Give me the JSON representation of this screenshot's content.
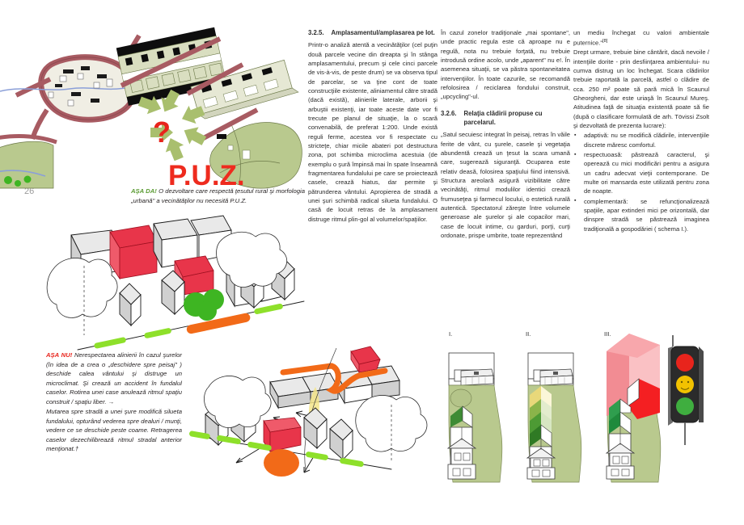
{
  "page": {
    "number": "26"
  },
  "columns": {
    "col1": {
      "section": {
        "number": "3.2.5.",
        "title": "Amplasamentul/amplasarea pe lot."
      },
      "paragraphs": [
        "Printr-o analiză atentă a vecinătăţilor (cel puţin două parcele vecine din dreapta şi în stânga amplasamentului, precum şi cele cinci parcele de vis-à-vis, de peste drum) se va observa tipul de parcelar, se va ţine cont de toate construcţiile existente, aliniamentul către stradă (dacă există), alinierile laterale, arborii şi arbuştii existenţi, iar toate aceste date vor fi trecute pe planul de situaţie, la o scară convenabilă, de preferat 1:200. Unde există reguli ferme, acestea vor fi respectate cu stricteţe, chiar micile abateri pot destructura zona, pot schimba microclima acestuia (de exemplu o şură împinsă mai în spate înseamnă fragmentarea fundalului pe care se proiectează casele, crează hiatus, dar permite şi pătrunderea vântului. Apropierea de stradă a unei şuri schimbă radical silueta fundalului. O casă de locuit retras de la amplasament distruge ritmul plin-gol al volumelor/spaţiilor."
      ]
    },
    "col2": {
      "paragraphs_before": [
        "În cazul zonelor tradiţionale „mai spontane\", unde practic regula este că aproape nu e regulă, nota nu trebuie forţată, nu trebuie introdusă ordine acolo, unde „aparent\" nu e!. În asemenea situaţii, se va păstra spontaneitatea intervenţiilor. În toate cazurile, se recomandă refolosirea / reciclarea fondului construit, „upcycling\"-ul."
      ],
      "section": {
        "number": "3.2.6.",
        "title": "Relaţia clădirii propuse cu parcelarul."
      },
      "paragraphs_after": [
        "„Satul secuiesc integrat în peisaj, retras în văile ferite de vânt, cu şurele, casele şi vegetaţia abundentă crează un ţesut la scara umană care, sugerează siguranţă. Ocuparea este relativ deasă, folosirea spaţiului fiind intensivă. Structura areolară asigură vizibilitate către vecinătăţi, ritmul modulilor identici crează frumuseţea şi farmecul locului, o estetică rurală autentică. Spectatorul zăreşte între volumele generoase ale şurelor şi ale copacilor mari, case de locuit intime, cu garduri, porţi, curţi ordonate, prispe umbrite, toate reprezentând"
      ]
    },
    "col3": {
      "paragraph_quote_end": "un mediu închegat cu valori ambientale puternice.\"",
      "footnote_ref": "[8]",
      "paragraphs": [
        "Drept urmare, trebuie bine cântărit, dacă nevoile / intenţiile dorite - prin desfiinţarea ambientului- nu cumva distrug un loc închegat. Scara clădirilor trebuie raportată la parcelă, astfel o clădire de cca. 250 m² poate să pară mică în Scaunul Gheorgheni, dar este uriaşă în Scaunul Mureş. Atitudinea faţă de situaţia existentă poate să fie (după o clasificare formulată de arh. Tövissi Zsolt şi dezvoltată de prezenta lucrare):"
      ],
      "bullets": [
        "adaptivă: nu se modifică clădirile, intervenţiile discrete măresc comfortul.",
        "respectuoasă: păstrează caracterul, şi operează cu mici modificări pentru a asigura un cadru adecvat vieţii contemporane. De multe ori mansarda este utilizată pentru zona de noapte.",
        "complementară: se refuncţionalizează spaţiile, apar extinderi mici pe orizontală, dar dinspre stradă se păstrează imaginea tradiţională a gospodăriei ( schema I.)."
      ]
    }
  },
  "captions": {
    "da": {
      "label": "AŞA DA!",
      "text": " O dezvoltare care respectă  ţesutul rural şi morfologia  „urbană\"  a vecinătăţilor nu necesită P.U.Z."
    },
    "nu": {
      "label": "AŞA NU!",
      "text": "  Nerespectarea alinierii în cazul şurelor (în idea de a crea o „deschidere spre peisaj\" ) deschide calea vântului şi distruge un microclimat. Şi crează un accident în fundalul caselor. Rotirea unei case anulează ritmul spaţiu construit / spaţiu liber. →",
      "text2": "Mutarea spre stradă a unei şure modifică silueta fundalului, opturând vederea spre dealuri / munţi, vedere ce se deschide peste coame. Retragerea caselor dezechilibrează ritmul stradal anterior menţionat.†"
    }
  },
  "diagram_top": {
    "puz_label": "P.U.Z.",
    "question_mark": "?",
    "puz_color": "#e8241c",
    "arrow_color": "#a9bf6e"
  },
  "schemes": {
    "labels": [
      "I.",
      "II.",
      "III."
    ]
  },
  "traffic_light": {
    "lights": [
      "red",
      "yellow",
      "green"
    ],
    "colors": {
      "red": "#e8241c",
      "yellow": "#f2c200",
      "green": "#3fae3f"
    }
  }
}
